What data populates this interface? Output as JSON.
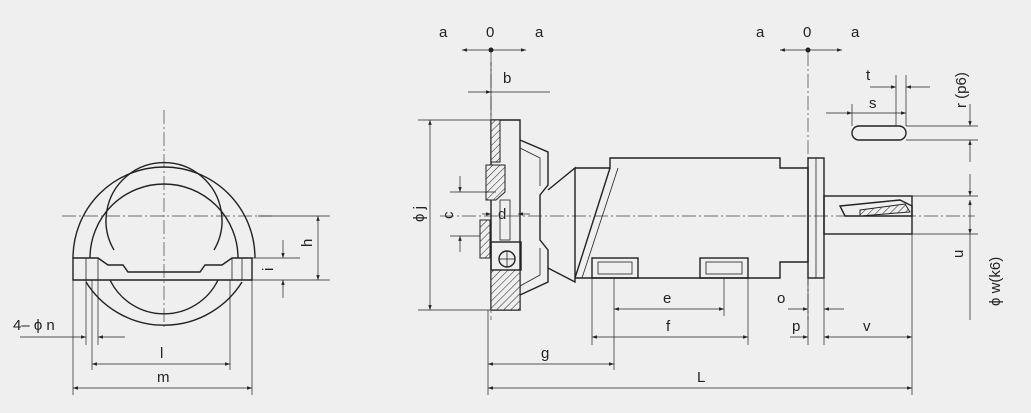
{
  "labels": {
    "a1": "a",
    "zero1": "0",
    "a2": "a",
    "a3": "a",
    "zero2": "0",
    "a4": "a",
    "b": "b",
    "c": "c",
    "d": "d",
    "phi_j": "ϕ j",
    "e": "e",
    "f": "f",
    "g": "g",
    "L": "L",
    "o": "o",
    "p": "p",
    "v": "v",
    "t": "t",
    "s": "s",
    "r_p6": "r (p6)",
    "u": "u",
    "phi_w_k6": "ϕ w(k6)",
    "h": "h",
    "i": "i",
    "l": "l",
    "m": "m",
    "four_phi_n": "4– ϕ n"
  },
  "colors": {
    "background": "#efefef",
    "line": "#222222"
  }
}
